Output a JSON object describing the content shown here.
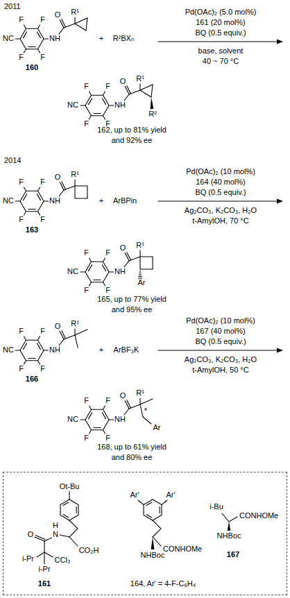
{
  "diagram": {
    "nodes": [
      {
        "text": [
          "Ot-Bu",
          "O",
          "H",
          "N",
          "i-Pr",
          "CCl₃",
          "i-Pr",
          "CO₂H",
          "161",
          "Ar'",
          "Ar'",
          "CONHOMe",
          "NHBoc",
          "164, Ar' = 4-F-C₆H₄",
          "i-Bu",
          "CONHOMe",
          "NHBoc",
          "167"
        ]
      }
    ],
    "labels": [
      "2011",
      "F",
      "F",
      "F",
      "F",
      "NC",
      "NH",
      "O",
      "R¹",
      "160",
      "+",
      "R²BXₙ",
      "Pd(OAc)₂ (5.0 mol%)",
      "161 (20 mol%)",
      "BQ (0.5 equiv.)",
      "base, solvent",
      "40 ~ 70 °C",
      "F",
      "F",
      "F",
      "F",
      "NC",
      "NH",
      "O",
      "R¹",
      "R²",
      "162, up to 81% yield",
      "and 92% ee",
      "2014",
      "F",
      "F",
      "F",
      "F",
      "NC",
      "NH",
      "O",
      "R¹",
      "163",
      "+",
      "ArBPin",
      "Pd(OAc)₂ (10 mol%)",
      "164 (40 mol%)",
      "BQ (0.5 equiv.)",
      "Ag₂CO₃, K₂CO₃, H₂O",
      "t-AmylOH, 70 °C",
      "F",
      "F",
      "F",
      "F",
      "NC",
      "NH",
      "O",
      "R¹",
      "Ar",
      "165, up to 77% yield",
      "and 95% ee",
      "F",
      "F",
      "F",
      "F",
      "NC",
      "NH",
      "O",
      "R¹",
      "166",
      "+",
      "ArBF₃K",
      "Pd(OAc)₂ (10 mol%)",
      "167 (40 mol%)",
      "BQ (0.5 equiv.)",
      "Ag₂CO₃, K₂CO₃, H₂O",
      "t-AmylOH, 50 °C",
      "F",
      "F",
      "F",
      "F",
      "NC",
      "NH",
      "O",
      "R¹",
      "*",
      "Ar",
      "168, up to 61% yield",
      "and 80% ee"
    ]
  }
}
